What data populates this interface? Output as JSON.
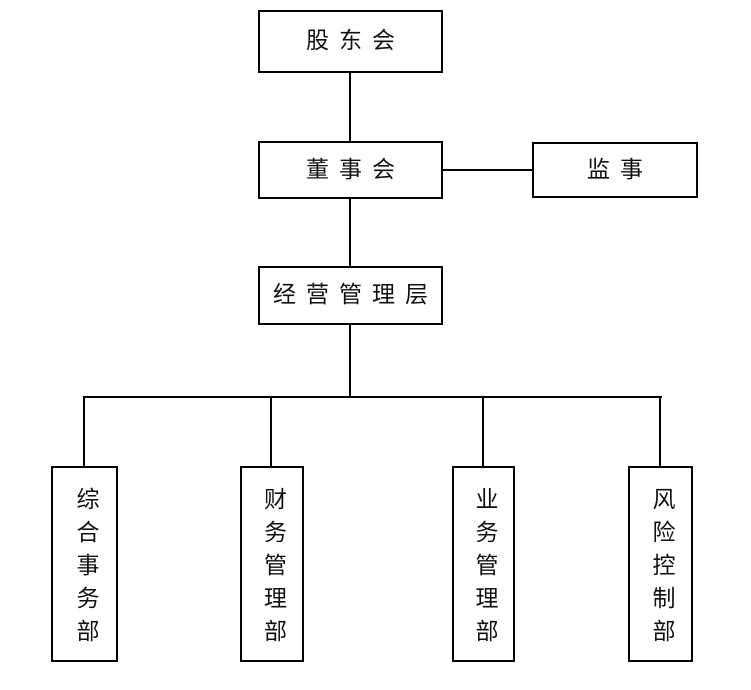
{
  "diagram": {
    "type": "org-chart",
    "nodes": {
      "shareholders": {
        "label": "股东会"
      },
      "board": {
        "label": "董事会"
      },
      "supervisor": {
        "label": "监事"
      },
      "management": {
        "label": "经营管理层"
      },
      "dept_general": {
        "label": "综合事务部"
      },
      "dept_finance": {
        "label": "财务管理部"
      },
      "dept_business": {
        "label": "业务管理部"
      },
      "dept_risk": {
        "label": "风险控制部"
      }
    },
    "edges": [
      {
        "from": "shareholders",
        "to": "board"
      },
      {
        "from": "board",
        "to": "supervisor"
      },
      {
        "from": "board",
        "to": "management"
      },
      {
        "from": "management",
        "to": "dept_general"
      },
      {
        "from": "management",
        "to": "dept_finance"
      },
      {
        "from": "management",
        "to": "dept_business"
      },
      {
        "from": "management",
        "to": "dept_risk"
      }
    ],
    "colors": {
      "line": "#000000",
      "text": "#111111",
      "background": "#ffffff"
    }
  }
}
